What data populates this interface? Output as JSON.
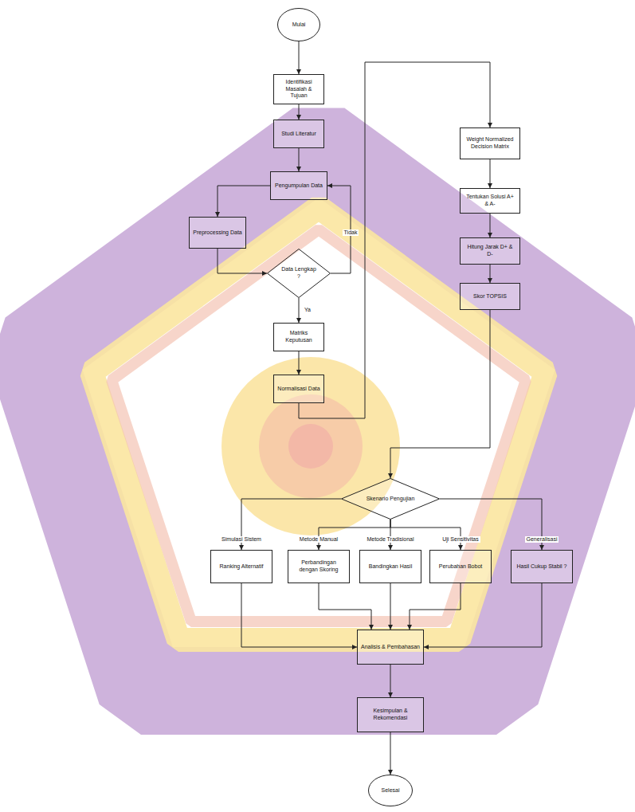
{
  "diagram": {
    "nodes": [
      {
        "text": [
          "Mulai"
        ]
      },
      {
        "text": [
          "Identifikasi Masalah & Tujuan"
        ]
      },
      {
        "text": [
          "Studi Literatur"
        ]
      },
      {
        "text": [
          "Pengumpulan Data"
        ]
      },
      {
        "text": [
          "Preprocessing Data"
        ]
      },
      {
        "text": [
          "Data Lengkap ?"
        ]
      },
      {
        "text": [
          "Matriks Keputusan"
        ]
      },
      {
        "text": [
          "Normalisasi Data"
        ]
      },
      {
        "text": [
          "Weight Normalized Decision Matrix"
        ]
      },
      {
        "text": [
          "Tentukan Solusi A+ & A-"
        ]
      },
      {
        "text": [
          "Hitung Jarak D+ & D-"
        ]
      },
      {
        "text": [
          "Skor TOPSIS"
        ]
      },
      {
        "text": [
          "Skenario Pengujian"
        ]
      },
      {
        "text": [
          "Ranking Alternatif"
        ]
      },
      {
        "text": [
          "Perbandingan dengan Skoring"
        ]
      },
      {
        "text": [
          "Bandingkan Hasil"
        ]
      },
      {
        "text": [
          "Perubahan Bobot"
        ]
      },
      {
        "text": [
          "Hasil Cukup Stabil ?"
        ]
      },
      {
        "text": [
          "Analisis & Pembahasan"
        ]
      },
      {
        "text": [
          "Kesimpulan & Rekomendasi"
        ]
      },
      {
        "text": [
          "Selesai"
        ]
      }
    ],
    "edges": [
      {
        "from": 0,
        "to": 1,
        "arrow": "to"
      },
      {
        "from": 1,
        "to": 2,
        "arrow": "to"
      },
      {
        "from": 2,
        "to": 3,
        "arrow": "to"
      },
      {
        "from": 3,
        "to": 4,
        "arrow": "to"
      },
      {
        "from": 4,
        "to": 5,
        "arrow": "to"
      },
      {
        "from": 5,
        "to": 3,
        "label": "Tidak",
        "arrow": "to"
      },
      {
        "from": 5,
        "to": 6,
        "label": "Ya",
        "arrow": "to"
      },
      {
        "from": 6,
        "to": 7,
        "arrow": "to"
      },
      {
        "from": 7,
        "to": 8,
        "arrow": "to"
      },
      {
        "from": 8,
        "to": 9,
        "arrow": "to"
      },
      {
        "from": 9,
        "to": 10,
        "arrow": "to"
      },
      {
        "from": 10,
        "to": 11,
        "arrow": "to"
      },
      {
        "from": 11,
        "to": 12,
        "arrow": "to"
      },
      {
        "from": 12,
        "to": 13,
        "label": "Simulasi Sistem",
        "arrow": "to"
      },
      {
        "from": 12,
        "to": 14,
        "label": "Metode Manual",
        "arrow": "to"
      },
      {
        "from": 12,
        "to": 15,
        "label": "Metode Tradisional",
        "arrow": "to"
      },
      {
        "from": 12,
        "to": 16,
        "label": "Uji Sensitivitas",
        "arrow": "to"
      },
      {
        "from": 12,
        "to": 17,
        "label": "Generalisasi",
        "arrow": "to"
      },
      {
        "from": 13,
        "to": 18,
        "arrow": "to"
      },
      {
        "from": 14,
        "to": 18,
        "arrow": "to"
      },
      {
        "from": 15,
        "to": 18,
        "arrow": "to"
      },
      {
        "from": 16,
        "to": 18,
        "arrow": "to"
      },
      {
        "from": 17,
        "to": 18,
        "arrow": "to"
      },
      {
        "from": 18,
        "to": 19,
        "arrow": "to"
      },
      {
        "from": 19,
        "to": 20,
        "arrow": "to"
      }
    ]
  }
}
